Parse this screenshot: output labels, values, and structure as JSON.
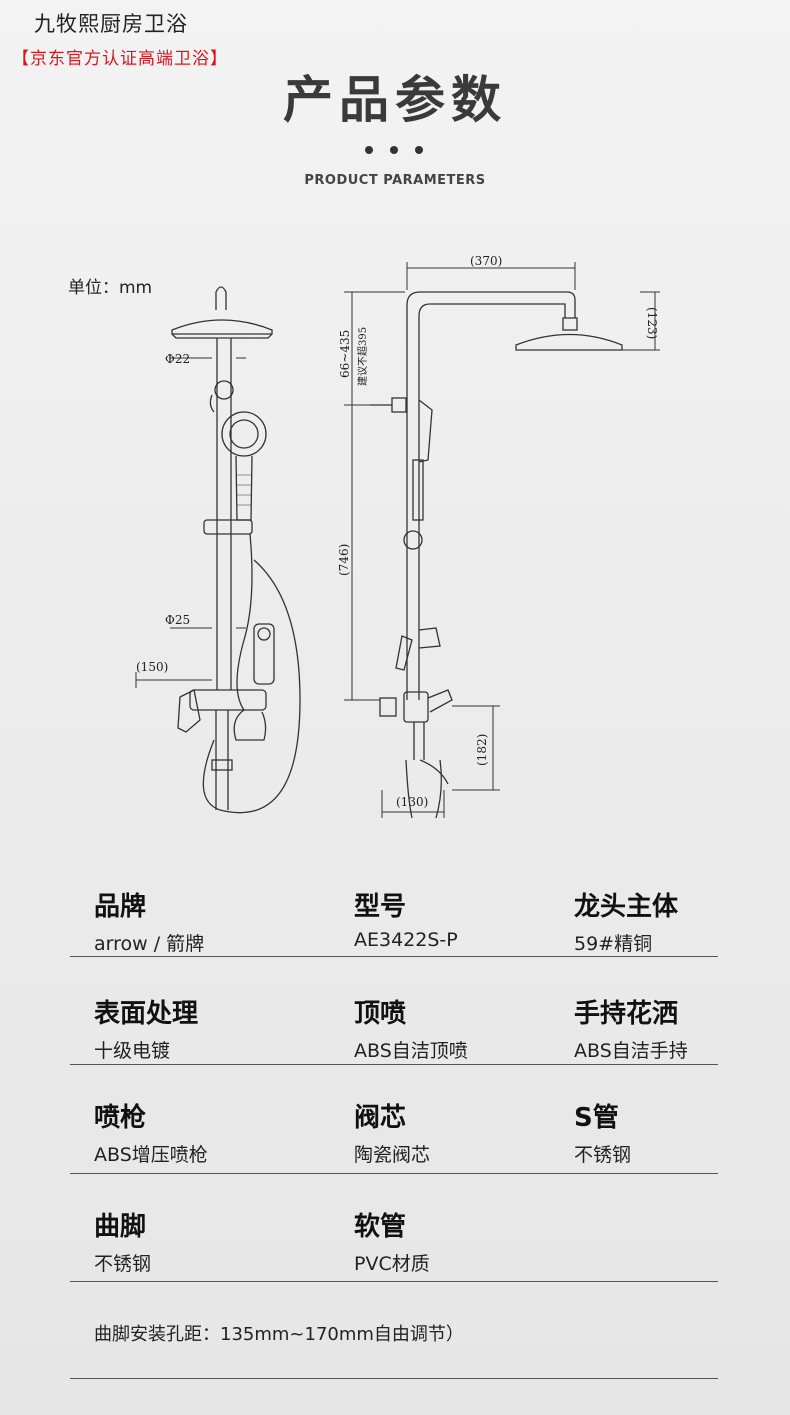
{
  "header": {
    "store_name": "九牧熙厨房卫浴",
    "store_cert": "【京东官方认证高端卫浴】",
    "title": "产品参数",
    "subtitle": "PRODUCT PARAMETERS"
  },
  "drawing": {
    "unit_label": "单位：mm",
    "dims": {
      "d22": "Φ22",
      "d25": "Φ25",
      "w150": "(150)",
      "w370": "(370)",
      "h123": "(123)",
      "range": "66~435",
      "range_note": "建议不超395",
      "h746": "(746)",
      "h182": "(182)",
      "w130": "(130)"
    }
  },
  "specs": [
    {
      "label": "品牌",
      "value": "arrow / 箭牌"
    },
    {
      "label": "型号",
      "value": "AE3422S-P"
    },
    {
      "label": "龙头主体",
      "value": "59#精铜"
    },
    {
      "label": "表面处理",
      "value": "十级电镀"
    },
    {
      "label": "顶喷",
      "value": "ABS自洁顶喷"
    },
    {
      "label": "手持花洒",
      "value": "ABS自洁手持"
    },
    {
      "label": "喷枪",
      "value": "ABS增压喷枪"
    },
    {
      "label": "阀芯",
      "value": "陶瓷阀芯"
    },
    {
      "label": "S管",
      "value": "不锈钢"
    },
    {
      "label": "曲脚",
      "value": "不锈钢"
    },
    {
      "label": "软管",
      "value": "PVC材质"
    }
  ],
  "note": "曲脚安装孔距：135mm~170mm自由调节）",
  "colors": {
    "cert_red": "#d8171f",
    "title_gray": "#3a3a3a"
  }
}
